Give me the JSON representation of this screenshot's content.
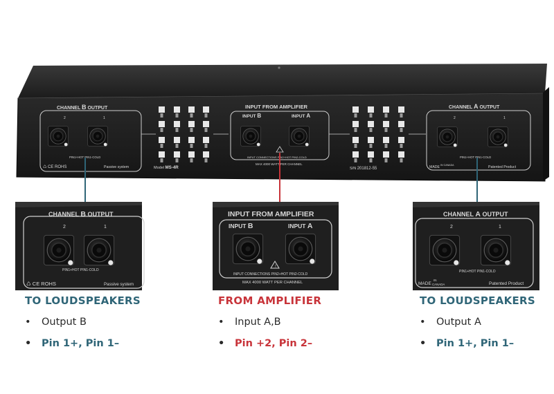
{
  "device": {
    "model_label": "Model",
    "model": "MS-4R",
    "serial_label": "S/N",
    "serial": "201812-55",
    "channel_b": {
      "title_prefix": "CHANNEL",
      "title_letter": "B",
      "title_suffix": "OUTPUT",
      "port1": "2",
      "port2": "1",
      "pin_note": "PIN1+HOT PIN1-COLD",
      "compliance": "♺ CE ROHS",
      "note": "Passive system"
    },
    "input": {
      "title": "INPUT FROM AMPLIFIER",
      "input_b_prefix": "INPUT",
      "input_b_letter": "B",
      "input_a_prefix": "INPUT",
      "input_a_letter": "A",
      "pin_note": "INPUT CONNECTIONS PIN2+HOT PIN2-COLD",
      "power": "MAX 4000 WATT PER CHANNEL"
    },
    "channel_a": {
      "title_prefix": "CHANNEL",
      "title_letter": "A",
      "title_suffix": "OUTPUT",
      "port1": "2",
      "port2": "1",
      "pin_note": "PIN1+HOT PIN1-COLD",
      "made_label": "MADE",
      "made_in": "IN CANADA",
      "note": "Patented Product"
    }
  },
  "captions": [
    {
      "heading": "TO LOUDSPEAKERS",
      "bullet1": "Output B",
      "bullet2": "Pin 1+, Pin 1–"
    },
    {
      "heading": "FROM AMPLIFIER",
      "bullet1": "Input A,B",
      "bullet2": "Pin +2, Pin 2–"
    },
    {
      "heading": "TO LOUDSPEAKERS",
      "bullet1": "Output A",
      "bullet2": "Pin 1+, Pin 1–"
    }
  ],
  "colors": {
    "teal": "#2f6577",
    "red": "#c8343a",
    "panel": "#1b1b1b",
    "frame": "#0f0f0f"
  }
}
